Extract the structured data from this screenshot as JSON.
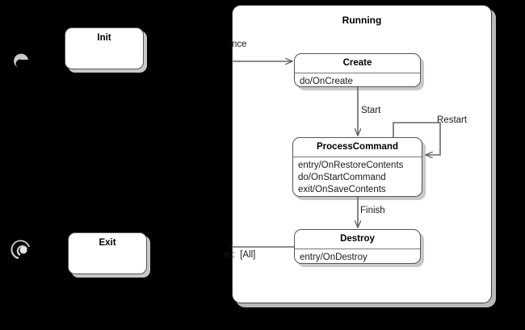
{
  "diagram": {
    "type": "uml-state-machine",
    "background_color": "#000000",
    "surface_color": "#ffffff",
    "shadow_color": "#c8c8c8",
    "border_color": "#555555",
    "connector_color": "#666666"
  },
  "composite_state": {
    "name": "Running",
    "title": "Running"
  },
  "outer_states": [
    {
      "id": "init",
      "title": "Init"
    },
    {
      "id": "exit",
      "title": "Exit"
    }
  ],
  "pseudo_states": [
    {
      "id": "initial-node",
      "kind": "initial-state-marker"
    },
    {
      "id": "final-node",
      "kind": "final-state-marker"
    }
  ],
  "inner_states": [
    {
      "id": "create",
      "title": "Create",
      "activities": "do/OnCreate"
    },
    {
      "id": "process-command",
      "title": "ProcessCommand",
      "activities": "entry/OnRestoreContents\ndo/OnStartCommand\nexit/OnSaveContents"
    },
    {
      "id": "destroy",
      "title": "Destroy",
      "activities": "entry/OnDestroy"
    }
  ],
  "transitions": [
    {
      "id": "to-create",
      "label": "nce",
      "from": "init",
      "to": "create",
      "clipped": true
    },
    {
      "id": "create-to-process",
      "label": "Start",
      "from": "create",
      "to": "process-command"
    },
    {
      "id": "process-self-restart",
      "label": "Restart",
      "from": "process-command",
      "to": "process-command"
    },
    {
      "id": "process-to-destroy",
      "label": "Finish",
      "from": "process-command",
      "to": "destroy"
    },
    {
      "id": "destroy-to-exit",
      "label": "e :  [All]",
      "from": "destroy",
      "to": "exit",
      "clipped": true
    }
  ]
}
